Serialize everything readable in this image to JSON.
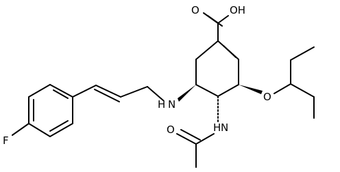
{
  "structure": {
    "atom_labels": {
      "carboxyl_oxygen": "O",
      "hydroxyl": "OH",
      "ether_oxygen": "O",
      "amine_nitrogen": "N",
      "amine_hydrogen": "H",
      "amide_nitrogen": "N",
      "amide_hydrogen": "H",
      "amide_oxygen": "O",
      "fluorine": "F"
    }
  }
}
